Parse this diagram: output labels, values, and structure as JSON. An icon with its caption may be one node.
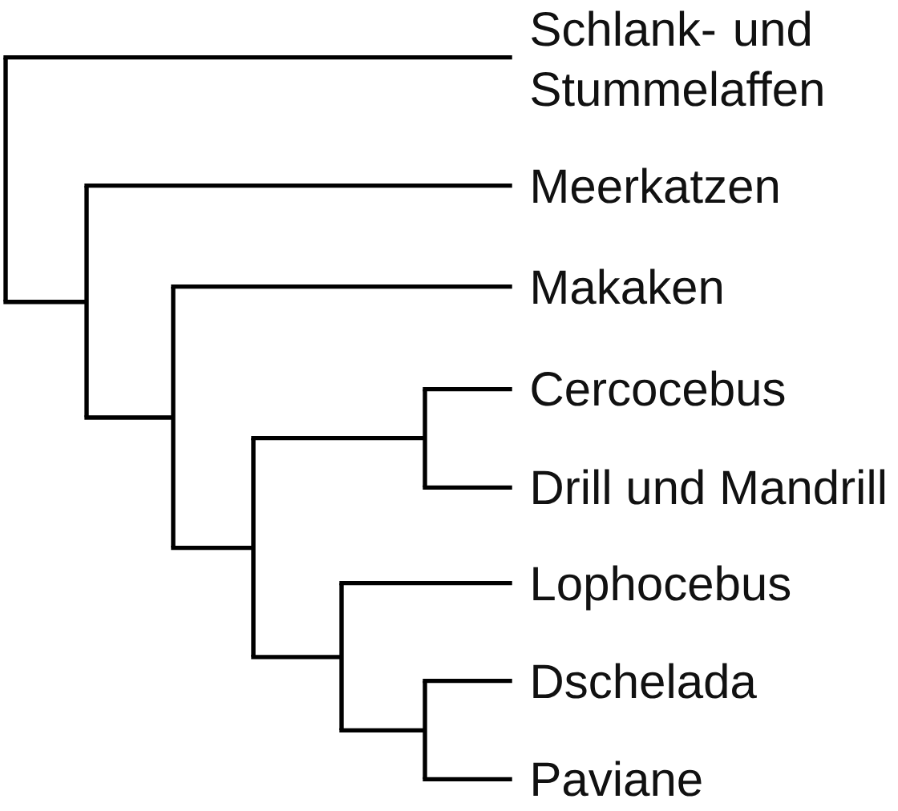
{
  "diagram": {
    "nodes": [
      {
        "text": [
          "Schlank- und Stummelaffen"
        ]
      },
      {
        "text": [
          "Meerkatzen"
        ]
      },
      {
        "text": [
          "Makaken"
        ]
      },
      {
        "text": [
          "Cercocebus"
        ]
      },
      {
        "text": [
          "Drill und Mandrill"
        ]
      },
      {
        "text": [
          "Lophocebus"
        ]
      },
      {
        "text": [
          "Dschelada"
        ]
      },
      {
        "text": [
          "Paviane"
        ]
      },
      {
        "text": [],
        "shape": "bar"
      },
      {
        "text": [],
        "shape": "bar"
      },
      {
        "text": [],
        "shape": "bar"
      },
      {
        "text": [],
        "shape": "bar"
      },
      {
        "text": [],
        "shape": "bar"
      },
      {
        "text": [],
        "shape": "bar"
      },
      {
        "text": [],
        "shape": "bar"
      }
    ],
    "edges": [
      {
        "from": 8,
        "to": 0,
        "arrow": "none"
      },
      {
        "from": 8,
        "to": 9,
        "arrow": "none"
      },
      {
        "from": 9,
        "to": 1,
        "arrow": "none"
      },
      {
        "from": 9,
        "to": 10,
        "arrow": "none"
      },
      {
        "from": 10,
        "to": 2,
        "arrow": "none"
      },
      {
        "from": 10,
        "to": 11,
        "arrow": "none"
      },
      {
        "from": 11,
        "to": 13,
        "arrow": "none"
      },
      {
        "from": 11,
        "to": 12,
        "arrow": "none"
      },
      {
        "from": 13,
        "to": 3,
        "arrow": "none"
      },
      {
        "from": 13,
        "to": 4,
        "arrow": "none"
      },
      {
        "from": 12,
        "to": 5,
        "arrow": "none"
      },
      {
        "from": 12,
        "to": 14,
        "arrow": "none"
      },
      {
        "from": 14,
        "to": 6,
        "arrow": "none"
      },
      {
        "from": 14,
        "to": 7,
        "arrow": "none"
      }
    ]
  }
}
